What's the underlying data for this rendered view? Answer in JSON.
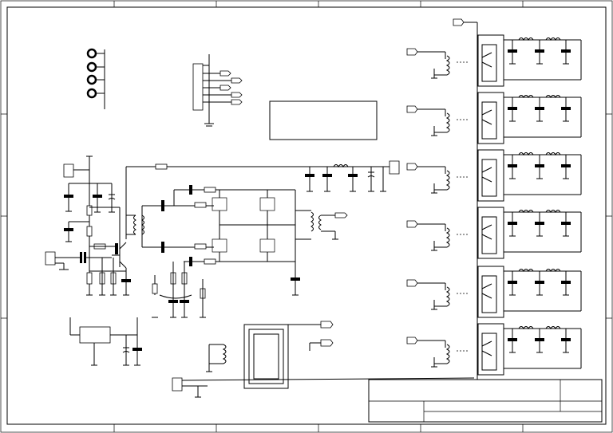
{
  "document": {
    "kind": "schematic",
    "title_block_text": []
  },
  "relay_channels": 6,
  "ports": {
    "top_right_count": 7,
    "bottom_center_count": 2
  }
}
